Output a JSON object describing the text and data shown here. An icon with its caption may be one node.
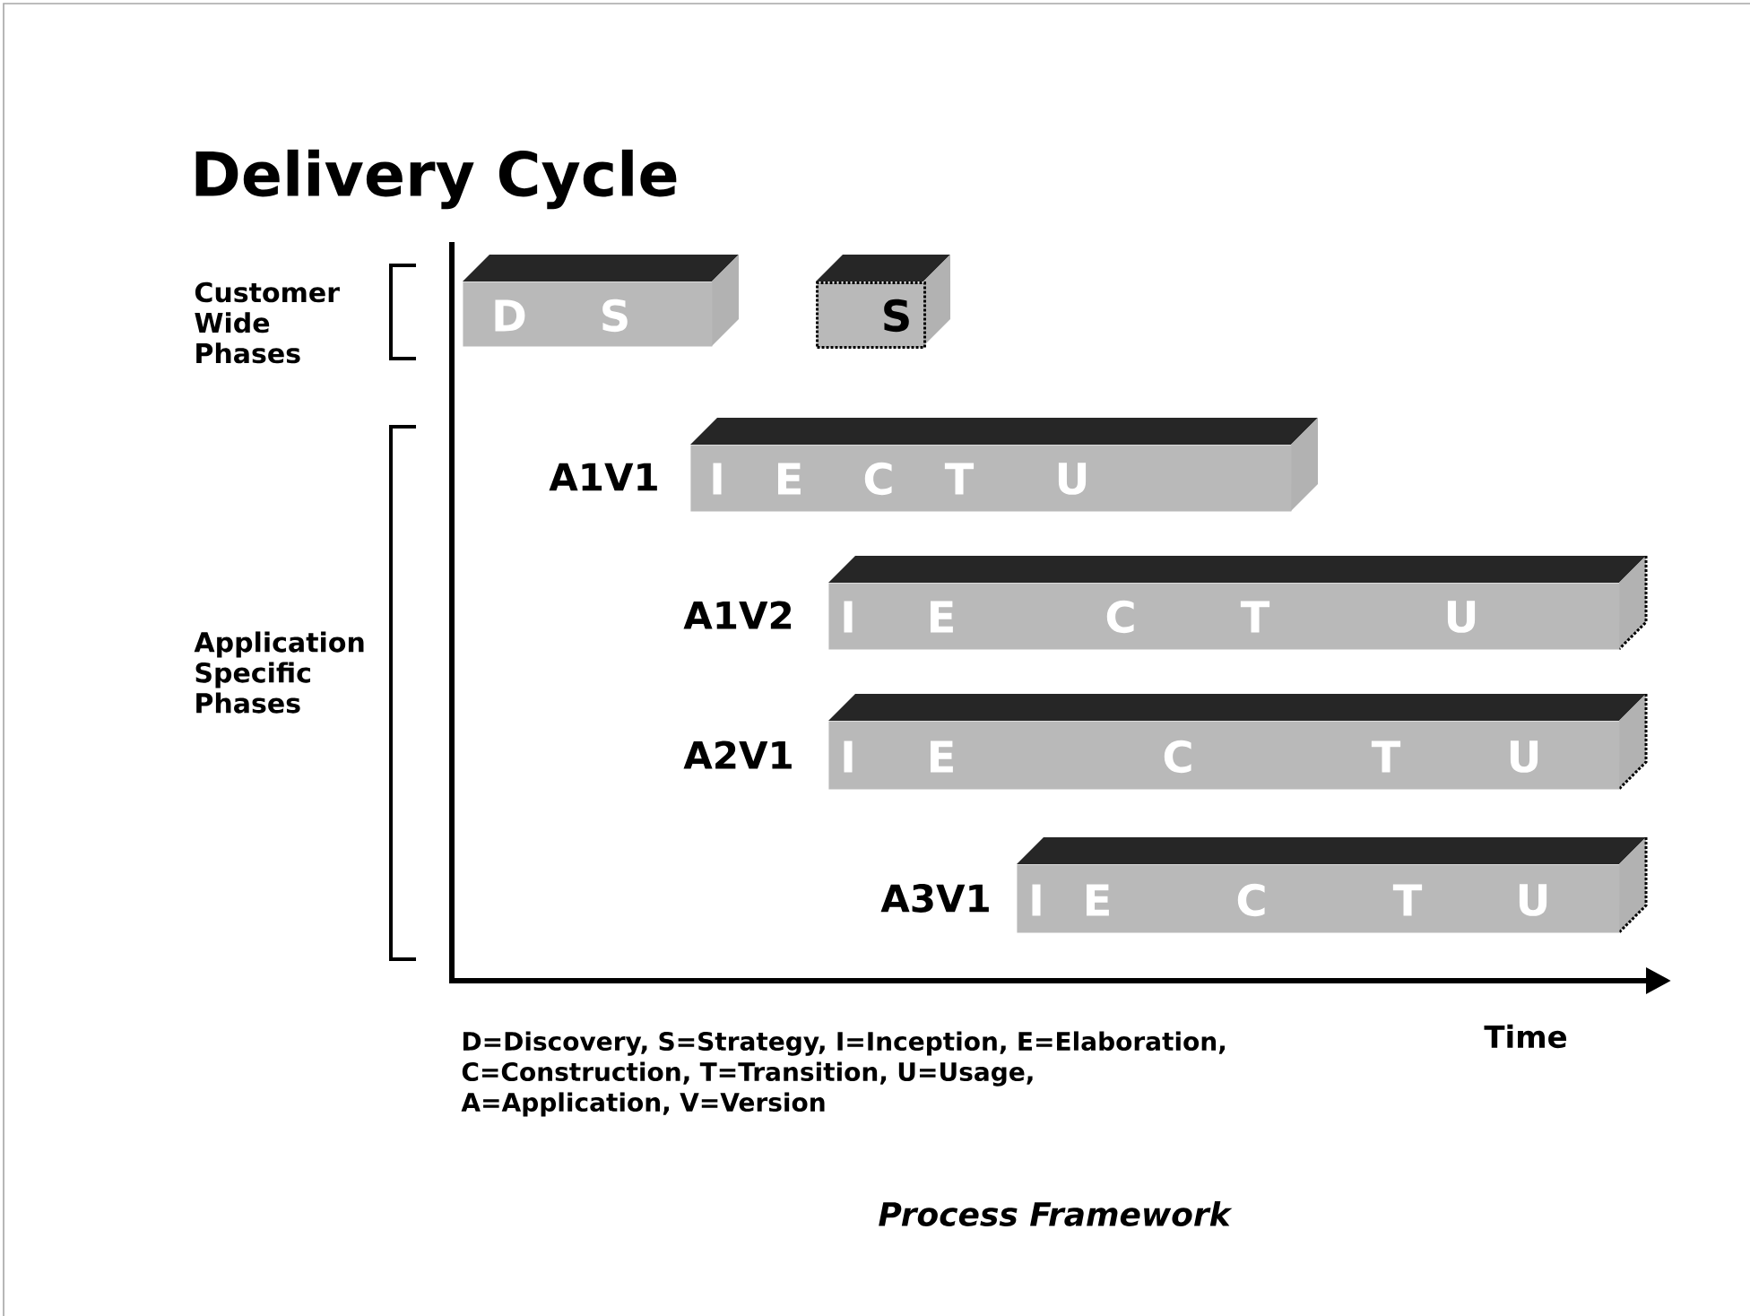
{
  "diagram": {
    "title": "Delivery Cycle",
    "caption": "Process Framework",
    "nodes": [
      {
        "text": [
          "D",
          "S"
        ]
      },
      {
        "text": [
          "S"
        ]
      },
      {
        "text": [
          "I",
          "E",
          "C",
          "T",
          "U"
        ],
        "beside": [
          "A1V1"
        ]
      },
      {
        "text": [
          "I",
          "E",
          "C",
          "T",
          "U"
        ],
        "beside": [
          "A1V2"
        ]
      },
      {
        "text": [
          "I",
          "E",
          "C",
          "T",
          "U"
        ],
        "beside": [
          "A2V1"
        ]
      },
      {
        "text": [
          "I",
          "E",
          "C",
          "T",
          "U"
        ],
        "beside": [
          "A3V1"
        ]
      }
    ],
    "labels": [
      "Customer Wide Phases",
      "Application Specific Phases",
      "Time",
      "D=Discovery, S=Strategy, I=Inception, E=Elaboration, C=Construction, T=Transition, U=Usage, A=Application, V=Version"
    ]
  }
}
